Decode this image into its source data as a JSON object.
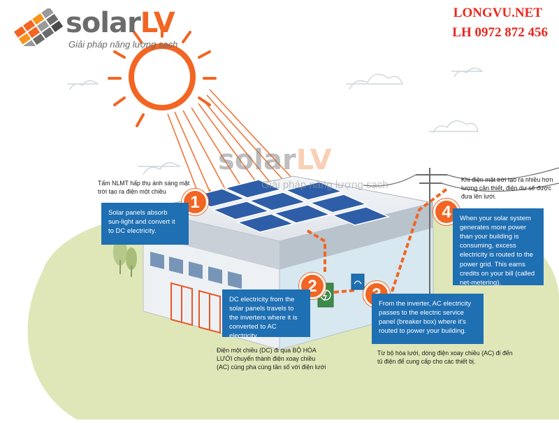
{
  "header": {
    "logo_name": "solar",
    "logo_suffix": "LV",
    "tagline": "Giải pháp năng lượng sạch",
    "website": "LONGVU.NET",
    "hotline": "LH 0972 872 456"
  },
  "watermark": {
    "name": "solar",
    "suffix": "LV",
    "tagline": "Giải pháp năng lượng sạch"
  },
  "steps": [
    {
      "number": "1",
      "text": "Solar panels absorb sun-light and convert it to DC electricity.",
      "note_vi": "Tấm NLMT hấp thụ ánh sáng mặt trời tạo ra điện một chiều"
    },
    {
      "number": "2",
      "text": "DC electricity from the solar panels travels to the inverters where it is converted to AC electricity.",
      "note_vi": "Điện một chiều (DC) đi qua BỘ HÒA LƯỚI chuyển thành điện xoay chiều (AC) cùng pha cùng tần số với điện lưới"
    },
    {
      "number": "3",
      "text": "From the inverter, AC electricity passes to the electric service panel (breaker box) where it's routed to power your building.",
      "note_vi": "Từ bộ hòa lưới, dòng điện xoay chiều (AC) đi đến tủ điện để cung cấp cho các thiết bị."
    },
    {
      "number": "4",
      "text": "When your solar system generates more power than your building is consuming, excess electricity is routed to the power grid. This earns credits on your bill (called net-metering).",
      "note_vi": "Khi điện mặt trời tạo ra nhiều hơn lượng cần thiết, điện dư sẽ được đưa lên lưới."
    }
  ],
  "colors": {
    "accent": "#f26522",
    "callout": "#1f6fb3",
    "ground": "#dfe7b8",
    "panel": "#2f5ea8",
    "contact": "#e8281e"
  },
  "icons": [
    "sun-icon",
    "solar-panel-icon",
    "building-icon",
    "inverter-icon",
    "breaker-box-icon",
    "power-pole-icon",
    "logo-icon"
  ]
}
